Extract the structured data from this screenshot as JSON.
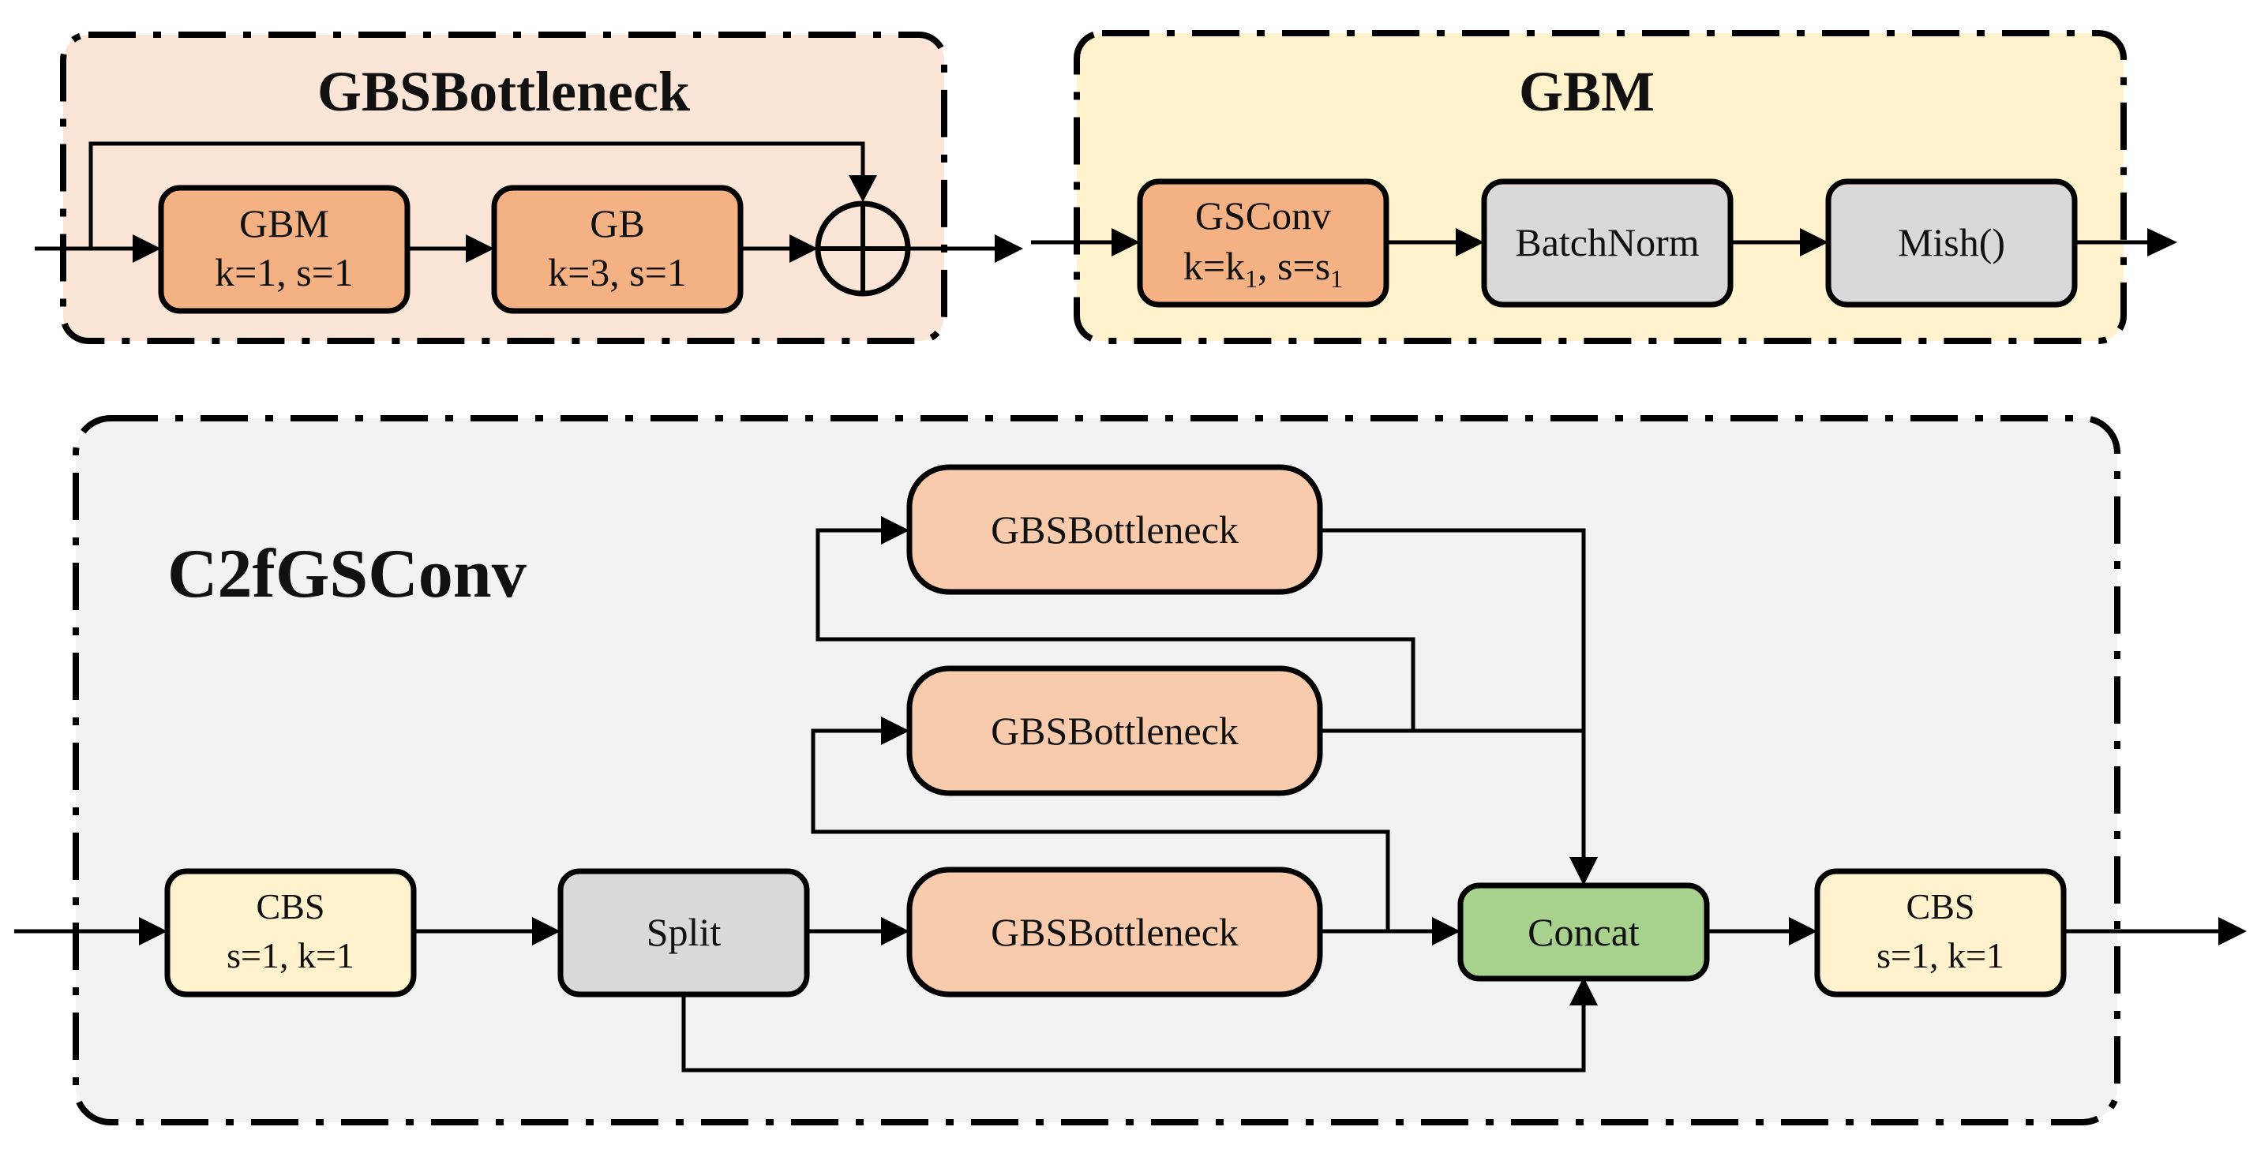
{
  "panels": {
    "gbsbottleneck": {
      "title": "GBSBottleneck",
      "color": "#FBE5D6"
    },
    "gbm": {
      "title": "GBM",
      "color": "#FFF2CC"
    },
    "c2fgsconv": {
      "title": "C2fGSConv",
      "color": "#F2F2F2"
    }
  },
  "gbsbottleneck_blocks": {
    "gbm": {
      "name": "GBM",
      "params": "k=1, s=1"
    },
    "gb": {
      "name": "GB",
      "params": "k=3, s=1"
    }
  },
  "gbm_blocks": {
    "gsconv": {
      "name": "GSConv",
      "k_main": "k=k",
      "k_sub": "1",
      "s_main": ", s=s",
      "s_sub": "1"
    },
    "batchnorm": {
      "name": "BatchNorm"
    },
    "mish": {
      "name": "Mish()"
    }
  },
  "c2f_blocks": {
    "cbs_in": {
      "name": "CBS",
      "params": "s=1, k=1"
    },
    "split": {
      "name": "Split"
    },
    "bottleneck_top": {
      "name": "GBSBottleneck"
    },
    "bottleneck_mid": {
      "name": "GBSBottleneck"
    },
    "bottleneck_bot": {
      "name": "GBSBottleneck"
    },
    "concat": {
      "name": "Concat"
    },
    "cbs_out": {
      "name": "CBS",
      "params": "s=1, k=1"
    }
  },
  "colors": {
    "orange_dark": "#F4B183",
    "orange_light": "#F8CBAD",
    "gray_box": "#D9D9D9",
    "yellow_box": "#FFF2CC",
    "green_box": "#A9D18E"
  }
}
